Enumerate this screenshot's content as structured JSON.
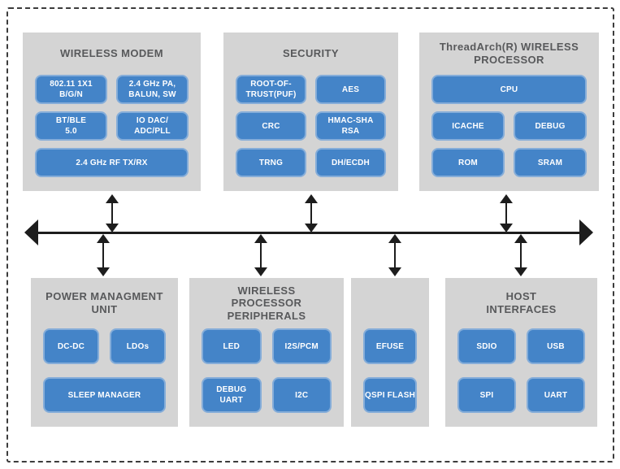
{
  "diagram": {
    "type": "soc-block-diagram",
    "colors": {
      "block_blue": "#4484c8",
      "block_border": "#85add9",
      "box_gray": "#d4d4d4",
      "title_color": "#58595b",
      "line_black": "#1d1d1d"
    },
    "bus": {
      "style": "double-headed-horizontal-bus",
      "connectors": [
        "wireless-modem",
        "security",
        "threadarch-wireless-processor",
        "power-management-unit",
        "wireless-processor-peripherals",
        "efuse-qspi-flash",
        "host-interfaces"
      ]
    },
    "boxes": [
      {
        "id": "wireless-modem",
        "position": "top",
        "title": "WIRELESS MODEM",
        "rows": [
          [
            "802.11 1X1\nB/G/N",
            "2.4 GHz PA,\nBALUN, SW"
          ],
          [
            "BT/BLE\n5.0",
            "IO DAC/\nADC/PLL"
          ],
          [
            "2.4 GHz RF TX/RX"
          ]
        ]
      },
      {
        "id": "security",
        "position": "top",
        "title": "SECURITY",
        "rows": [
          [
            "ROOT-OF-\nTRUST(PUF)",
            "AES"
          ],
          [
            "CRC",
            "HMAC-SHA\nRSA"
          ],
          [
            "TRNG",
            "DH/ECDH"
          ]
        ]
      },
      {
        "id": "threadarch-wireless-processor",
        "position": "top",
        "title": "ThreadArch(R) WIRELESS\nPROCESSOR",
        "rows": [
          [
            "CPU"
          ],
          [
            "ICACHE",
            "DEBUG"
          ],
          [
            "ROM",
            "SRAM"
          ]
        ]
      },
      {
        "id": "power-management-unit",
        "position": "bottom",
        "title": "POWER MANAGMENT\nUNIT",
        "rows": [
          [
            "DC-DC",
            "LDOs"
          ],
          [
            "SLEEP MANAGER"
          ]
        ]
      },
      {
        "id": "wireless-processor-peripherals",
        "position": "bottom",
        "title": "WIRELESS PROCESSOR\nPERIPHERALS",
        "rows": [
          [
            "LED",
            "I2S/PCM"
          ],
          [
            "DEBUG\nUART",
            "I2C"
          ]
        ]
      },
      {
        "id": "efuse-qspi-flash",
        "position": "bottom",
        "title": "",
        "rows": [
          [
            "EFUSE"
          ],
          [
            "QSPI FLASH"
          ]
        ]
      },
      {
        "id": "host-interfaces",
        "position": "bottom",
        "title": "HOST\nINTERFACES",
        "rows": [
          [
            "SDIO",
            "USB"
          ],
          [
            "SPI",
            "UART"
          ]
        ]
      }
    ]
  }
}
